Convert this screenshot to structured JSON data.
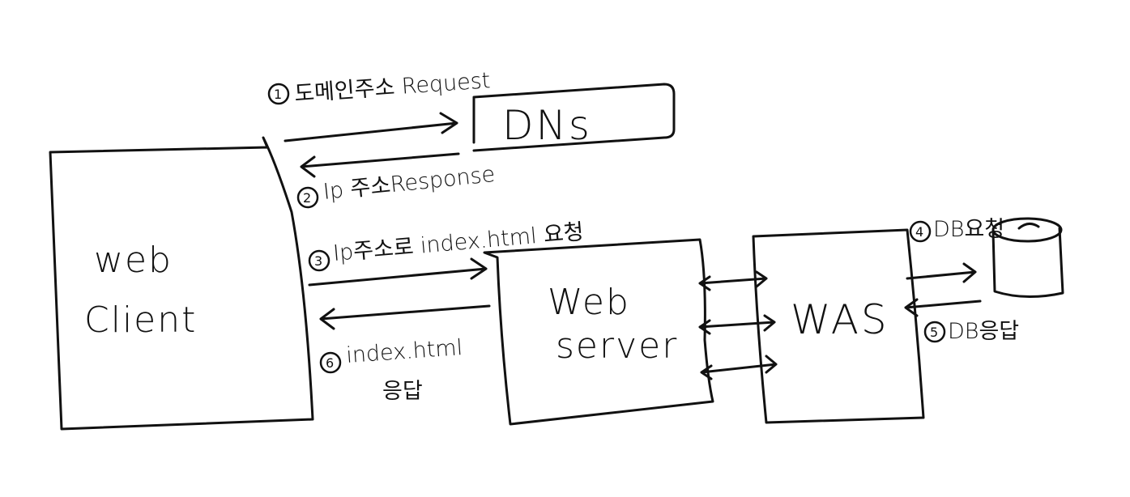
{
  "nodes": {
    "web_client": [
      "web",
      "Client"
    ],
    "dns": "DNs",
    "web_server": [
      "Web",
      "server"
    ],
    "was": "WAS"
  },
  "steps": {
    "step1": {
      "num": "1",
      "label": "도메인주소 Request"
    },
    "step2": {
      "num": "2",
      "label": "Ip 주소Response"
    },
    "step3": {
      "num": "3",
      "label": "Ip주소로 index.html 요청"
    },
    "step4": {
      "num": "4",
      "label": "DB요청"
    },
    "step5": {
      "num": "5",
      "label": "DB응답"
    },
    "step6": {
      "num": "6",
      "label": "index.html",
      "label2": "응답"
    }
  }
}
